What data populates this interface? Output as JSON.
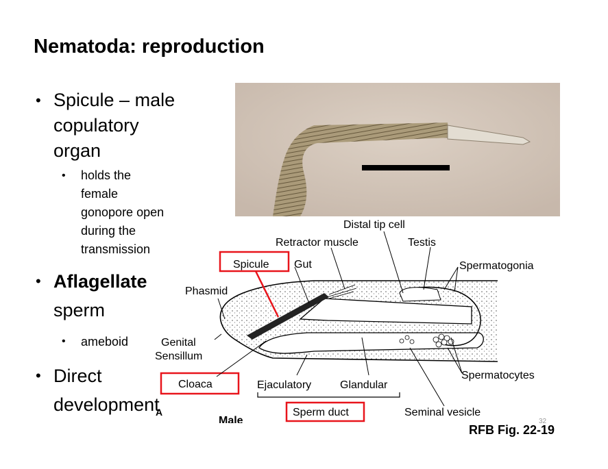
{
  "slide": {
    "title": "Nematoda: reproduction",
    "page_number": "32",
    "figure_ref": "RFB Fig. 22-19"
  },
  "bullets": {
    "spicule": {
      "line1": "Spicule – male",
      "line2": "copulatory",
      "line3": "organ"
    },
    "spicule_sub": [
      "holds the",
      "female",
      "gonopore open",
      "during the",
      "transmission"
    ],
    "aflagellate_bold": "Aflagellate",
    "aflagellate_rest": "sperm",
    "aflagellate_sub": "ameboid",
    "direct": {
      "line1": "Direct",
      "line2": "development"
    }
  },
  "diagram": {
    "panel_letter": "A",
    "sex_label": "Male",
    "labels": {
      "distal_tip_cell": "Distal tip cell",
      "retractor_muscle": "Retractor muscle",
      "testis": "Testis",
      "spicule": "Spicule",
      "gut": "Gut",
      "spermatogonia": "Spermatogonia",
      "phasmid": "Phasmid",
      "genital": "Genital",
      "sensillum": "Sensillum",
      "cloaca": "Cloaca",
      "ejaculatory": "Ejaculatory",
      "glandular": "Glandular",
      "spermatocytes": "Spermatocytes",
      "sperm_duct": "Sperm duct",
      "seminal_vesicle": "Seminal vesicle"
    },
    "highlight_color": "#e8141b"
  },
  "photo": {
    "subject": "spicule-micrograph",
    "background_color": "#d6c8bc"
  }
}
